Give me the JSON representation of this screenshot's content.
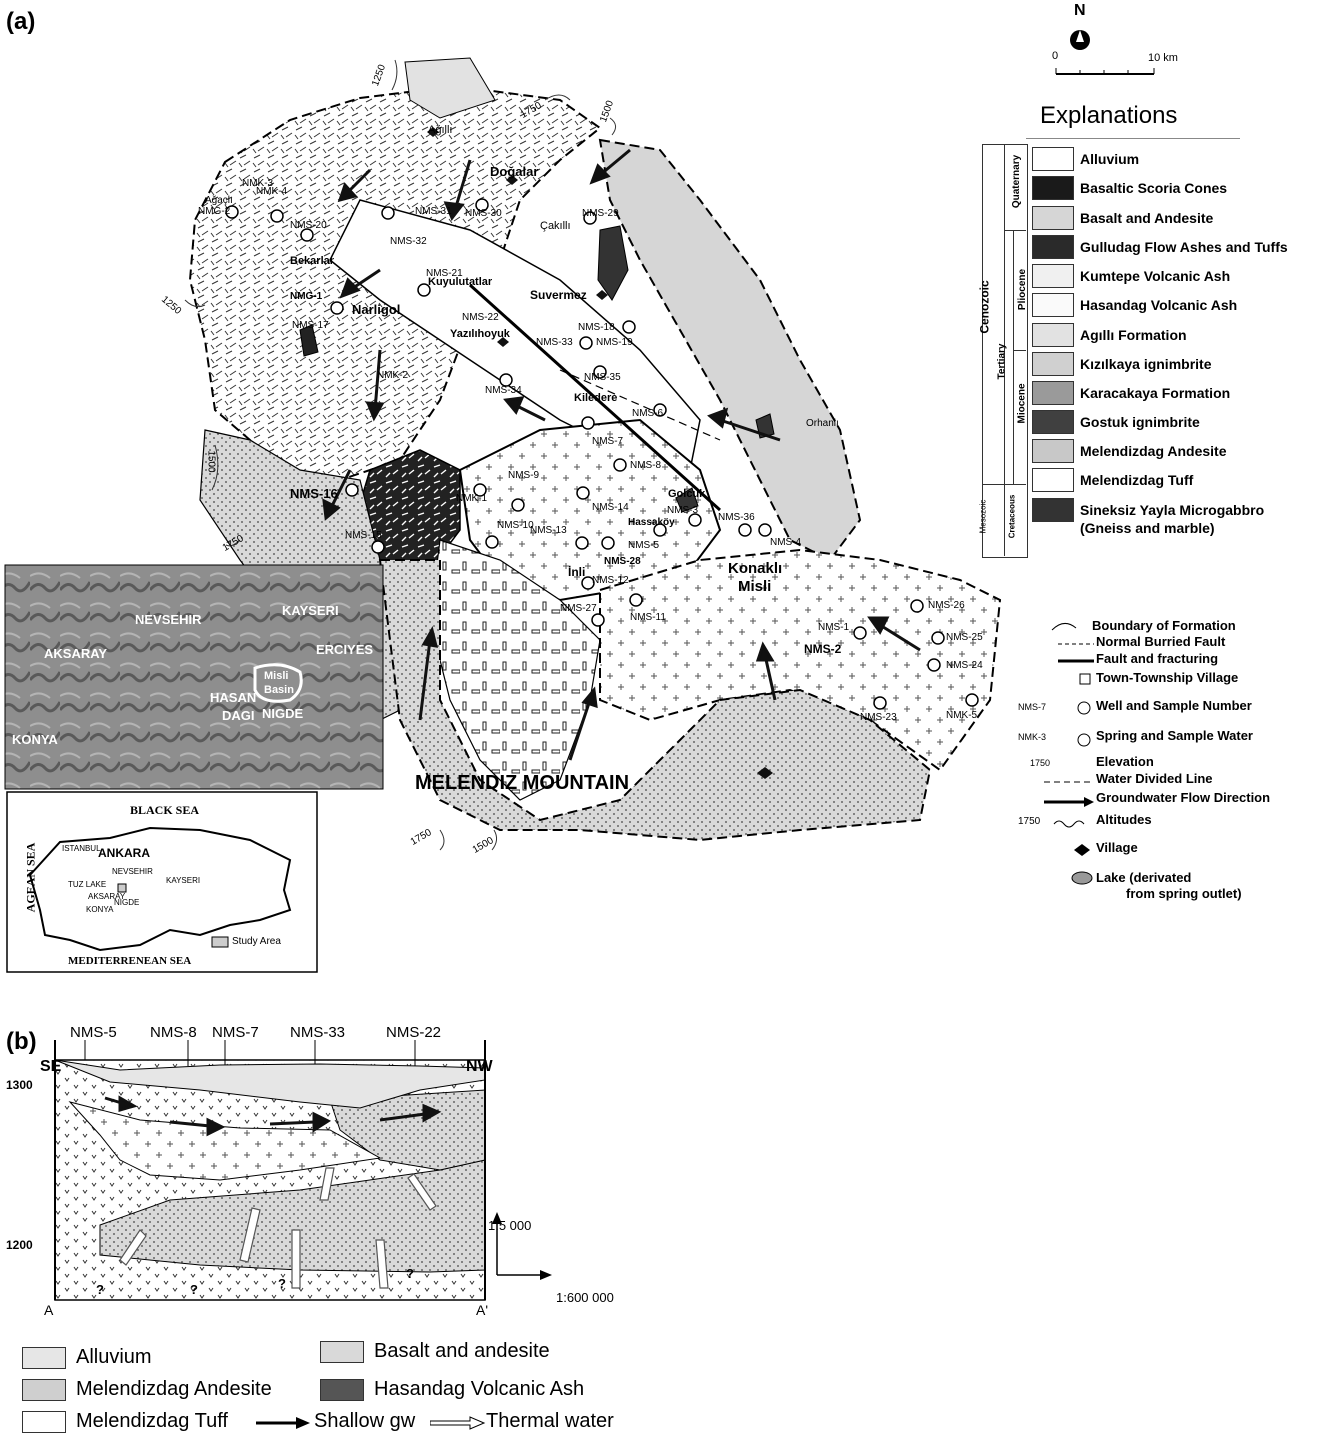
{
  "panels": {
    "a": "(a)",
    "b": "(b)"
  },
  "north": {
    "label": "N",
    "scale_start": "0",
    "scale_end": "10 km"
  },
  "explanations": {
    "title": "Explanations",
    "era": "Cenozoic",
    "period_tertiary": "Tertiary",
    "epoch_quaternary": "Quaternary",
    "epoch_pliocene": "Pliocene",
    "epoch_miocene": "Miocene",
    "era_mesozoic": "Mesozoic",
    "period_cretaceous": "Cretaceous",
    "units": [
      {
        "label": "Alluvium",
        "color": "#ffffff"
      },
      {
        "label": "Basaltic Scoria Cones",
        "color": "#1a1a1a"
      },
      {
        "label": "Basalt and Andesite",
        "color": "#d6d6d6"
      },
      {
        "label": "Gulludag Flow Ashes and Tuffs",
        "color": "#2a2a2a"
      },
      {
        "label": "Kumtepe Volcanic Ash",
        "color": "#f0f0f0"
      },
      {
        "label": "Hasandag Volcanic Ash",
        "color": "#fafafa"
      },
      {
        "label": "Agıllı Formation",
        "color": "#e2e2e2"
      },
      {
        "label": "Kızılkaya ignimbrite",
        "color": "#d0d0d0"
      },
      {
        "label": "Karacakaya Formation",
        "color": "#9a9a9a"
      },
      {
        "label": "Gostuk ignimbrite",
        "color": "#404040"
      },
      {
        "label": "Melendizdag Andesite",
        "color": "#c8c8c8"
      },
      {
        "label": "Melendizdag Tuff",
        "color": "#ffffff"
      },
      {
        "label": "Sineksiz Yayla Microgabbro",
        "label2": "(Gneiss and marble)",
        "color": "#333333"
      }
    ],
    "symbols": [
      "Boundary of Formation",
      "Normal Burried Fault",
      "Fault and fracturing",
      "Town-Township Village",
      "Well and Sample Number",
      "Spring and Sample Water",
      "Elevation",
      "Water Divided Line",
      "Groundwater Flow Direction",
      "Altitudes",
      "Village",
      "Lake (derivated",
      "from spring outlet)"
    ],
    "sym_prefix": {
      "well": "NMS-7",
      "spring": "NMK-3",
      "elev": "1750",
      "alt": "1750"
    }
  },
  "map_labels": {
    "places": [
      "Ağıllı",
      "Doğalar",
      "Çakıllı",
      "Bekarlar",
      "Kuyulutatlar",
      "Suvermez",
      "Narligol",
      "Yazılıhoyuk",
      "Kiledere",
      "Orhanlı",
      "Golcuk",
      "Hassaköy",
      "İnli",
      "Konaklı",
      "Misli",
      "MELENDIZ MOUNTAIN",
      "Ağaçlı"
    ],
    "wells": [
      "NMK-3",
      "NMK-4",
      "NMG-2",
      "NMS-20",
      "NMS-31",
      "NMS-30",
      "NMS-29",
      "NMS-32",
      "NMS-21",
      "NMG-1",
      "NMS-17",
      "NMS-22",
      "NMS-18",
      "NMS-19",
      "NMS-33",
      "NMS-35",
      "NMS-34",
      "NMK-2",
      "NMS-6",
      "NMS-7",
      "NMS-8",
      "NMS-9",
      "NMK-1",
      "NMS-14",
      "NMS-10",
      "NMS-13",
      "NMS-3",
      "NMS-36",
      "NMS-4",
      "NMS-5",
      "NMS-28",
      "NMS-16",
      "NMS-15",
      "NMS-12",
      "NMS-27",
      "NMS-11",
      "NMS-26",
      "NMS-1",
      "NMS-2",
      "NMS-25",
      "NMS-24",
      "NMS-23",
      "NMK-5"
    ],
    "contours": [
      "1250",
      "1750",
      "1500",
      "1250",
      "1500",
      "1750",
      "1750",
      "1500"
    ]
  },
  "inset_relief": {
    "cities": [
      "NEVSEHIR",
      "KAYSERI",
      "AKSARAY",
      "ERCIYES",
      "HASAN",
      "DAGI",
      "NIGDE",
      "KONYA"
    ],
    "basin": [
      "Misli",
      "Basin"
    ]
  },
  "inset_turkey": {
    "seas": [
      "BLACK SEA",
      "AGEAN SEA",
      "MEDITERRENEAN SEA"
    ],
    "cities": [
      "ISTANBUL",
      "ANKARA",
      "TUZ LAKE",
      "NEVSEHIR",
      "KAYSERI",
      "AKSARAY",
      "NIGDE",
      "KONYA"
    ],
    "legend": "Study Area"
  },
  "cross_section": {
    "left_end": "SE",
    "right_end": "NW",
    "wells": [
      "NMS-5",
      "NMS-8",
      "NMS-7",
      "NMS-33",
      "NMS-22"
    ],
    "elevations": [
      "1300",
      "1200"
    ],
    "points": [
      "A",
      "A'"
    ],
    "scale_v": "1:5 000",
    "scale_h": "1:600 000",
    "unknown": "?"
  },
  "xsec_legend": {
    "alluvium": "Alluvium",
    "basalt": "Basalt and andesite",
    "andesite": "Melendizdag  Andesite",
    "hasandag": "Hasandag Volcanic Ash",
    "tuff": "Melendizdag Tuff",
    "shallow": "Shallow gw",
    "thermal": "Thermal water"
  }
}
